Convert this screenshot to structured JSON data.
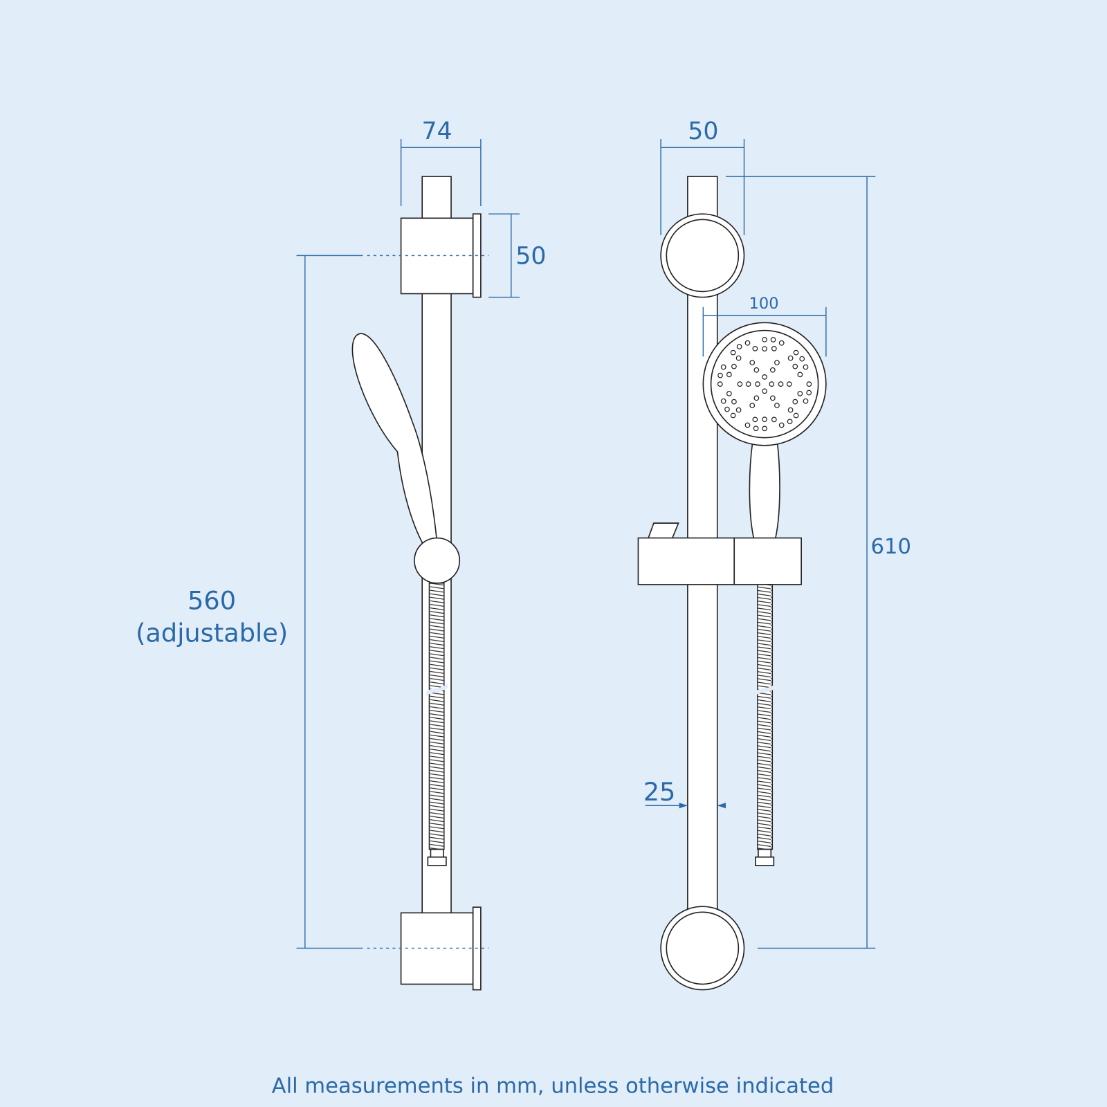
{
  "side_view": {
    "width_label": "74",
    "bracket_height_label": "50",
    "centres_label": "560",
    "centres_note": "(adjustable)"
  },
  "front_view": {
    "bracket_width_label": "50",
    "head_diameter_label": "100",
    "overall_height_label": "610",
    "rail_diameter_label": "25"
  },
  "footer": "All measurements in mm, unless otherwise indicated",
  "colors": {
    "background": "#e1edf9",
    "dimension": "#2a6aa8",
    "outline": "#222222"
  }
}
